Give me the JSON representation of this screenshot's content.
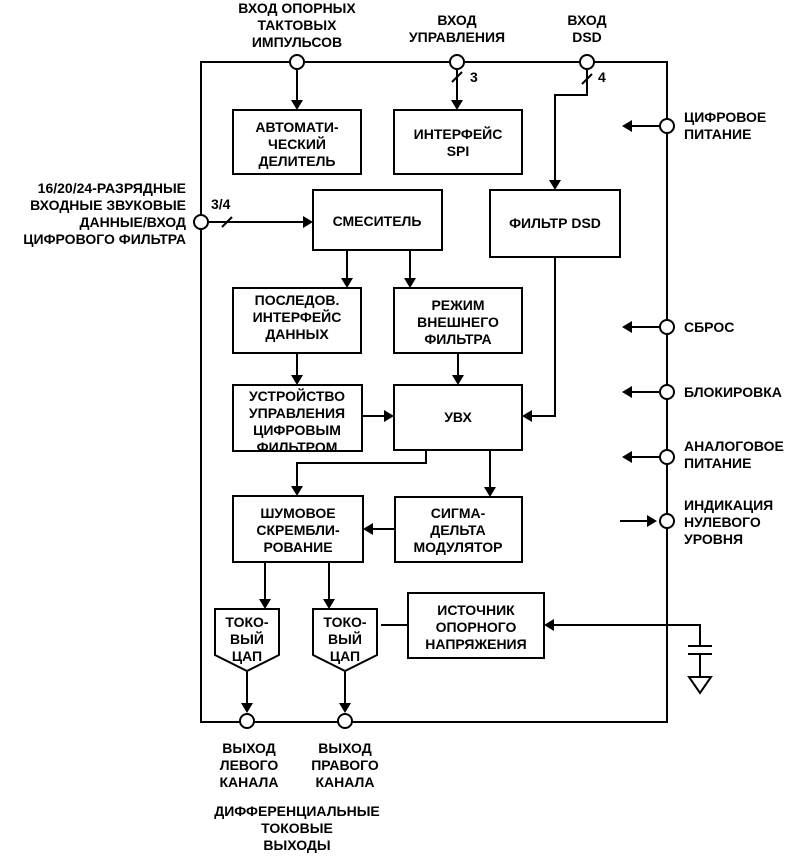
{
  "blocks": {
    "auto_divider": [
      "АВТОМАТИ-",
      "ЧЕСКИЙ",
      "ДЕЛИТЕЛЬ"
    ],
    "spi": [
      "ИНТЕРФЕЙС",
      "SPI"
    ],
    "mixer": [
      "СМЕСИТЕЛЬ"
    ],
    "dsd_filter": [
      "ФИЛЬТР DSD"
    ],
    "serial_if": [
      "ПОСЛЕДОВ.",
      "ИНТЕРФЕЙС",
      "ДАННЫХ"
    ],
    "ext_filter": [
      "РЕЖИМ",
      "ВНЕШНЕГО",
      "ФИЛЬТРА"
    ],
    "filter_ctrl": [
      "УСТРОЙСТВО",
      "УПРАВЛЕНИЯ",
      "ЦИФРОВЫМ",
      "ФИЛЬТРОМ"
    ],
    "uvx": [
      "УВХ"
    ],
    "noise": [
      "ШУМОВОЕ",
      "СКРЕМБЛИ-",
      "РОВАНИЕ"
    ],
    "sigma": [
      "СИГМА-",
      "ДЕЛЬТА",
      "МОДУЛЯТОР"
    ],
    "dac_left": [
      "ТОКО-",
      "ВЫЙ",
      "ЦАП"
    ],
    "dac_right": [
      "ТОКО-",
      "ВЫЙ",
      "ЦАП"
    ],
    "vref": [
      "ИСТОЧНИК",
      "ОПОРНОГО",
      "НАПРЯЖЕНИЯ"
    ]
  },
  "pins": {
    "clock_in": [
      "ВХОД ОПОРНЫХ",
      "ТАКТОВЫХ",
      "ИМПУЛЬСОВ"
    ],
    "control_in": [
      "ВХОД",
      "УПРАВЛЕНИЯ"
    ],
    "dsd_in": [
      "ВХОД",
      "DSD"
    ],
    "audio_in": [
      "16/20/24-РАЗРЯДНЫЕ",
      "ВХОДНЫЕ ЗВУКОВЫЕ",
      "ДАННЫЕ/ВХОД",
      "ЦИФРОВОГО ФИЛЬТРА"
    ],
    "digital_supply": [
      "ЦИФРОВОЕ",
      "ПИТАНИЕ"
    ],
    "reset": [
      "СБРОС"
    ],
    "mute": [
      "БЛОКИРОВКА"
    ],
    "analog_supply": [
      "АНАЛОГОВОЕ",
      "ПИТАНИЕ"
    ],
    "zero_flag": [
      "ИНДИКАЦИЯ",
      "НУЛЕВОГО",
      "УРОВНЯ"
    ],
    "out_left": [
      "ВЫХОД",
      "ЛЕВОГО",
      "КАНАЛА"
    ],
    "out_right": [
      "ВЫХОД",
      "ПРАВОГО",
      "КАНАЛА"
    ]
  },
  "bus_widths": {
    "control": "3",
    "dsd": "4",
    "audio": "3/4"
  },
  "footer": [
    "ДИФФЕРЕНЦИАЛЬНЫЕ",
    "ТОКОВЫЕ",
    "ВЫХОДЫ"
  ]
}
